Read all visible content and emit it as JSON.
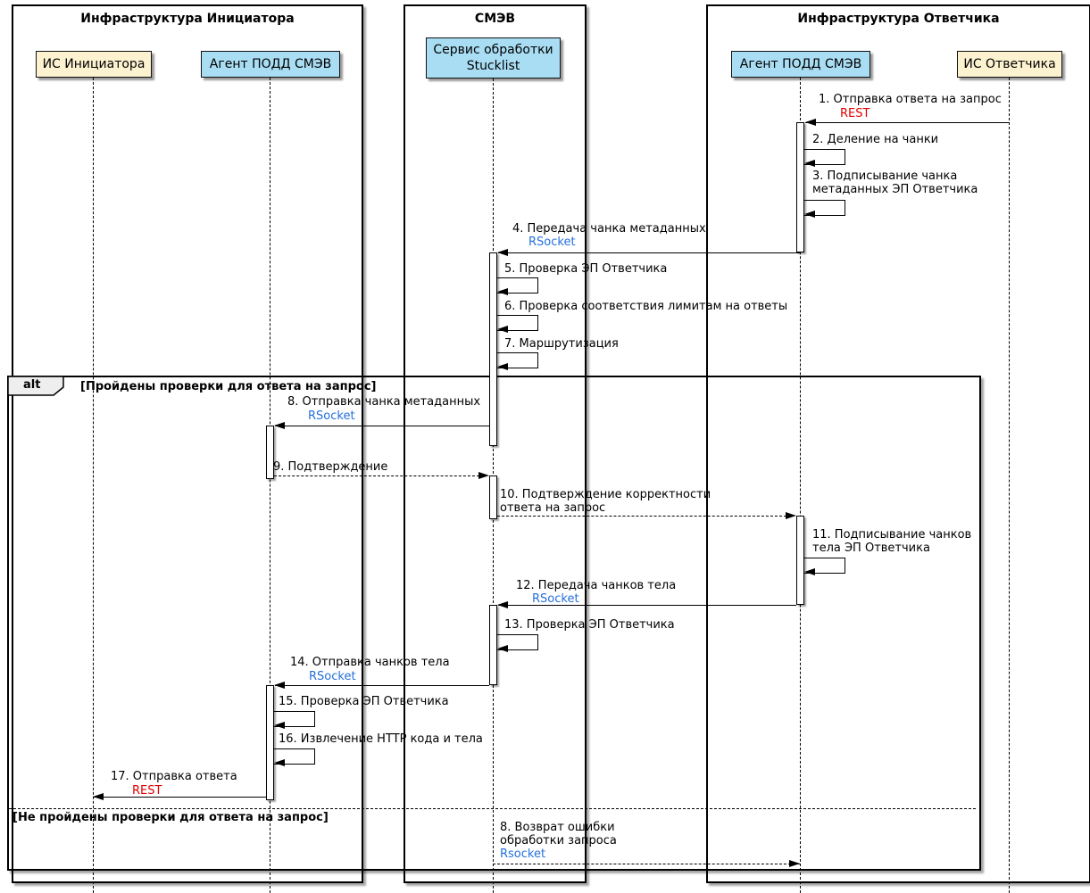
{
  "diagram": {
    "groups": {
      "initiator": {
        "title": "Инфраструктура Инициатора"
      },
      "smev": {
        "title": "СМЭВ"
      },
      "responder": {
        "title": "Инфраструктура Ответчика"
      }
    },
    "participants": {
      "is_initiator": "ИС Инициатора",
      "agent_initiator": "Агент ПОДД СМЭВ",
      "stucklist": "Сервис обработки Stucklist",
      "agent_responder": "Агент ПОДД СМЭВ",
      "is_responder": "ИС Ответчика"
    },
    "alt": {
      "operator": "alt",
      "guard_pass": "[Пройдены проверки для ответа на запрос]",
      "guard_fail": "[Не пройдены проверки для ответа на запрос]"
    },
    "messages": {
      "m1": {
        "text": "1. Отправка ответа на запрос",
        "protocol": "REST"
      },
      "m2": {
        "text": "2. Деление на чанки"
      },
      "m3": {
        "lines": [
          "3. Подписывание чанка",
          "метаданных ЭП Ответчика"
        ]
      },
      "m4": {
        "text": "4. Передача чанка метаданных",
        "protocol": "RSocket"
      },
      "m5": {
        "text": "5. Проверка ЭП Ответчика"
      },
      "m6": {
        "text": "6. Проверка соответствия лимитам на ответы"
      },
      "m7": {
        "text": "7. Маршрутизация"
      },
      "m8": {
        "text": "8. Отправка чанка метаданных",
        "protocol": "RSocket"
      },
      "m9": {
        "text": "9. Подтверждение"
      },
      "m10": {
        "lines": [
          "10. Подтверждение корректности",
          "ответа на запрос"
        ]
      },
      "m11": {
        "lines": [
          "11. Подписывание чанков",
          "тела ЭП Ответчика"
        ]
      },
      "m12": {
        "text": "12. Передача чанков тела",
        "protocol": "RSocket"
      },
      "m13": {
        "text": "13. Проверка ЭП Ответчика"
      },
      "m14": {
        "text": "14. Отправка чанков тела",
        "protocol": "RSocket"
      },
      "m15": {
        "text": "15. Проверка ЭП Ответчика"
      },
      "m16": {
        "text": "16. Извлечение HTTP кода и тела"
      },
      "m17": {
        "text": "17. Отправка ответа",
        "protocol": "REST"
      },
      "m8err": {
        "lines": [
          "8. Возврат ошибки",
          "обработки запроса"
        ],
        "protocol": "Rsocket"
      }
    }
  },
  "colors": {
    "participant_system_fill": "#fcf2cf",
    "participant_agent_fill": "#a9ddf3",
    "protocol_rest": "#e00000",
    "protocol_rsocket": "#2470dc",
    "frame_operator_bg": "#eeeeee",
    "line_color": "#000000"
  }
}
